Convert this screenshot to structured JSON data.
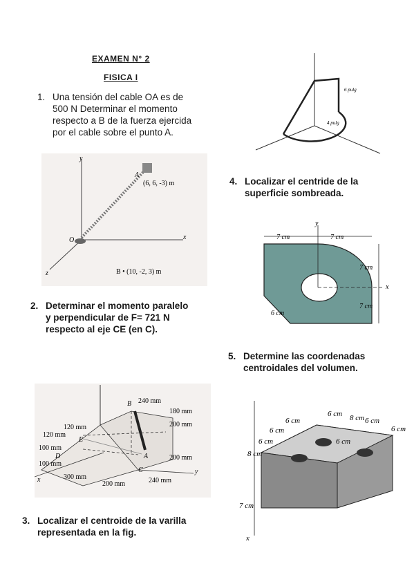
{
  "header": {
    "exam_title": "EXAMEN N° 2",
    "subject": "FISICA I"
  },
  "q1": {
    "number": "1.",
    "lines": [
      "Una tensión del cable OA es de",
      "500 N Determinar el momento",
      "respecto a B de la fuerza ejercida",
      "por el cable sobre el punto A."
    ],
    "fig": {
      "label_a": "A",
      "coord_a": "(6, 6, -3) m",
      "label_o": "O",
      "label_x": "x",
      "label_y": "y",
      "label_z": "z",
      "label_b": "B • (10, -2, 3) m"
    }
  },
  "q2": {
    "number": "2.",
    "lines": [
      "Determinar el momento paralelo",
      "y perpendicular de F= 721 N",
      "respecto al eje CE (en C)."
    ],
    "fig": {
      "dims": [
        "240 mm",
        "180 mm",
        "200 mm",
        "200 mm",
        "120 mm",
        "120 mm",
        "100 mm",
        "100 mm",
        "300 mm",
        "200 mm",
        "240 mm"
      ],
      "points": [
        "B",
        "E",
        "D",
        "A",
        "C"
      ],
      "axes": [
        "x",
        "y"
      ]
    }
  },
  "q3": {
    "number": "3.",
    "lines": [
      "Localizar el centroide de la varilla",
      "representada en la fig."
    ],
    "fig": {
      "dim1": "6 pulg",
      "dim2": "4 pulg"
    }
  },
  "q4": {
    "number": "4.",
    "lines": [
      "Localizar el centride de la",
      "superficie sombreada."
    ],
    "fig": {
      "dim_left": "7 cm",
      "dim_right": "7 cm",
      "dim_top_side": "7 cm",
      "dim_bottom_side": "7 cm",
      "dim_radius": "6 cm",
      "axis_x": "x",
      "axis_y": "y"
    },
    "fill_color": "#6f9a96"
  },
  "q5": {
    "number": "5.",
    "lines": [
      "Determine las coordenadas",
      "centroidales del volumen."
    ],
    "fig": {
      "dims": [
        "6 cm",
        "6 cm",
        "6 cm",
        "8 cm",
        "6 cm",
        "6 cm",
        "6 cm",
        "6 cm",
        "8 cm",
        "7 cm"
      ],
      "axis": "x"
    },
    "fill_color": "#8a8a8a"
  }
}
